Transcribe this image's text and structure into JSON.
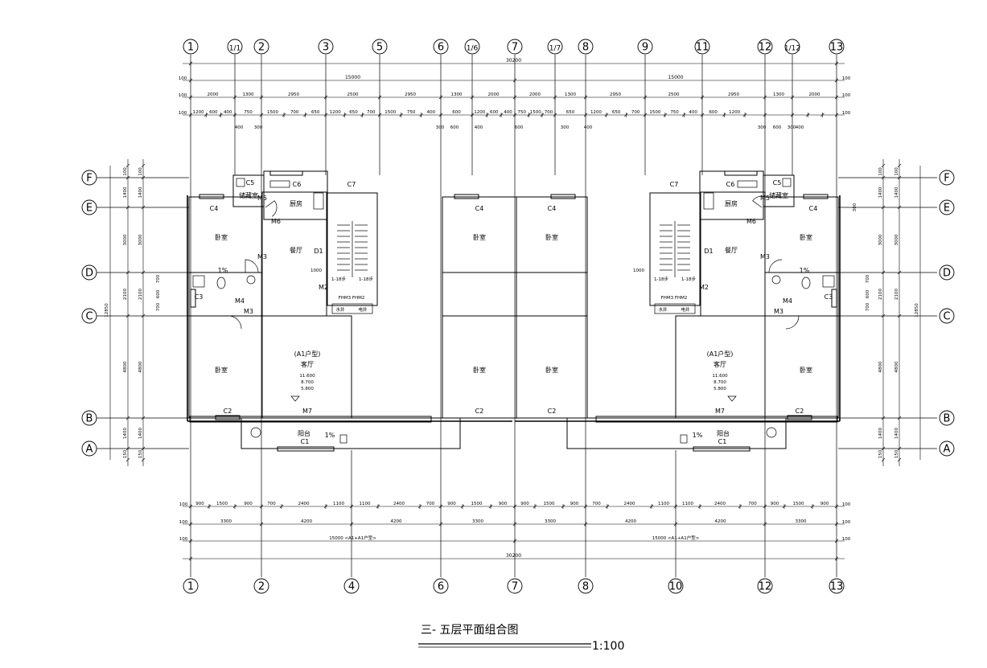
{
  "title": "三- 五层平面组合图",
  "scale": "1:100",
  "grid_top": [
    "1",
    "1/1",
    "2",
    "3",
    "5",
    "6",
    "1/6",
    "7",
    "1/7",
    "8",
    "9",
    "11",
    "12",
    "1/12",
    "13"
  ],
  "grid_bottom": [
    "1",
    "2",
    "4",
    "6",
    "7",
    "8",
    "10",
    "12",
    "13"
  ],
  "grid_rows": [
    "F",
    "E",
    "D",
    "C",
    "B",
    "A"
  ],
  "dims_top": {
    "overall": "30200",
    "halves": [
      "15000",
      "15000"
    ],
    "row2": [
      "2000",
      "1300",
      "2950",
      "2500",
      "2950",
      "1300",
      "2000",
      "2000",
      "1300",
      "2950",
      "2500",
      "2950",
      "1300",
      "2000"
    ],
    "row3": [
      "1200",
      "600",
      "400",
      "750",
      "1500",
      "700",
      "650",
      "1200",
      "650",
      "700",
      "1500",
      "750",
      "400",
      "600",
      "1200",
      "600",
      "400",
      "750",
      "1500",
      "700",
      "650",
      "1200",
      "650",
      "700",
      "1500",
      "750",
      "400",
      "600",
      "1200"
    ],
    "edge": "100",
    "small_notes": [
      "400",
      "300",
      "300",
      "600",
      "400",
      "600",
      "300",
      "400",
      "300",
      "600",
      "400",
      "300"
    ]
  },
  "dims_bottom": {
    "row1": [
      "900",
      "1500",
      "900",
      "700",
      "2400",
      "1100",
      "1100",
      "2400",
      "700",
      "900",
      "1500",
      "900",
      "900",
      "1500",
      "900",
      "700",
      "2400",
      "1100",
      "1100",
      "2400",
      "700",
      "900",
      "1500",
      "900"
    ],
    "row2": [
      "3300",
      "4200",
      "4200",
      "3300",
      "3300",
      "4200",
      "4200",
      "3300"
    ],
    "halves": [
      "15000 <A1+A1户型>",
      "15000 <A1+A1户型>"
    ],
    "overall": "30200",
    "edge": "100"
  },
  "dims_side": {
    "segments": [
      "100",
      "1400",
      "3000",
      "2100",
      "4800",
      "1400",
      "150"
    ],
    "total": "12850",
    "detail": [
      "700",
      "600",
      "700"
    ],
    "small": "300"
  },
  "rooms": {
    "bedroom": "卧室",
    "kitchen": "厨房",
    "dining": "餐厅",
    "living": "客厅",
    "balcony": "阳台",
    "storage": "储藏室",
    "unit_type": "(A1户型)",
    "levels": [
      "11.600",
      "8.700",
      "5.800"
    ],
    "water_well": "水井",
    "elec_well": "电井",
    "slope": "1%",
    "stair_up": "1-18步",
    "stair_dn": "1-18步"
  },
  "tags": {
    "c1": "C1",
    "c2": "C2",
    "c3": "C3",
    "c4": "C4",
    "c5": "C5",
    "c6": "C6",
    "c7": "C7",
    "m2": "M2",
    "m3": "M3",
    "m4": "M4",
    "m5": "M5",
    "m6": "M6",
    "m7": "M7",
    "d1": "D1",
    "fm": "FHM3",
    "fm2": "FHM2",
    "h1000": "1000"
  }
}
